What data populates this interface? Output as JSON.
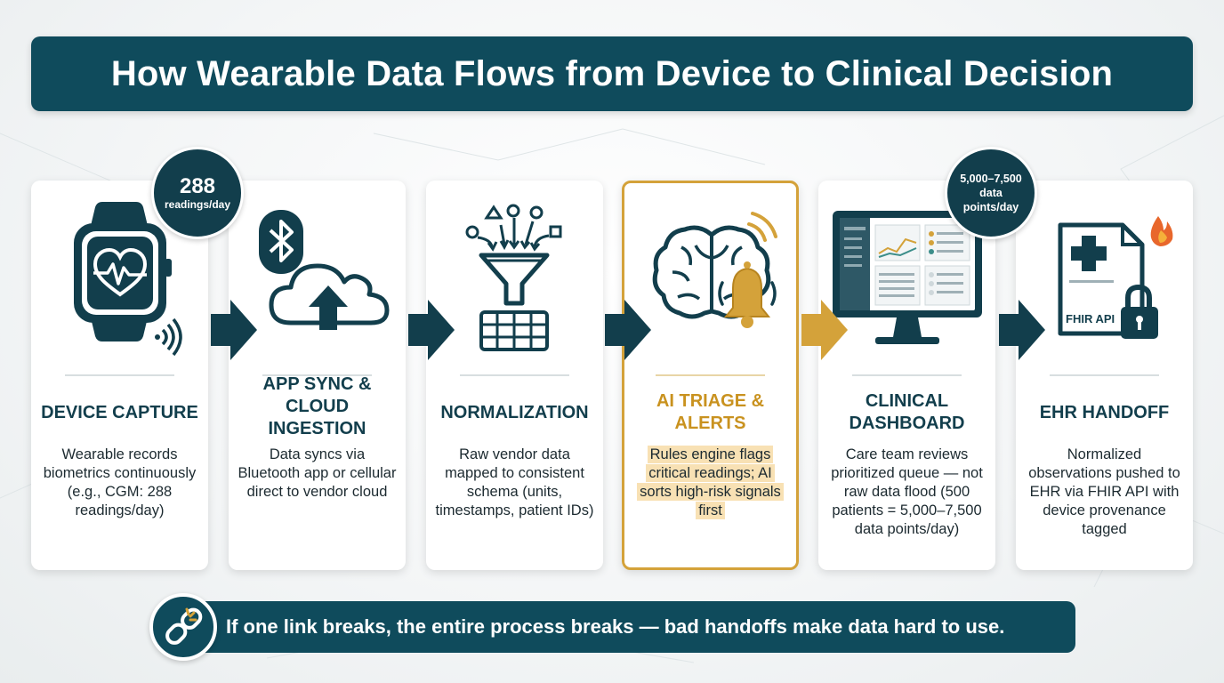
{
  "title": "How Wearable Data Flows from Device to Clinical Decision",
  "stages": [
    {
      "icon": "smartwatch-icon",
      "title": "DEVICE CAPTURE",
      "description": "Wearable records biometrics continuously (e.g., CGM: 288 readings/day)"
    },
    {
      "icon": "bluetooth-cloud-upload-icon",
      "title": "APP SYNC & CLOUD INGESTION",
      "description": "Data syncs via Bluetooth app or cellular direct to vendor cloud"
    },
    {
      "icon": "funnel-normalization-icon",
      "title": "NORMALIZATION",
      "description": "Raw vendor data mapped to consistent schema (units, timestamps, patient IDs)"
    },
    {
      "icon": "brain-alert-bell-icon",
      "title": "AI TRIAGE & ALERTS",
      "description": "Rules engine flags critical readings; AI sorts high-risk signals first"
    },
    {
      "icon": "dashboard-monitor-icon",
      "title": "CLINICAL DASHBOARD",
      "description": "Care team reviews prioritized queue — not raw data flood (500 patients = 5,000–7,500 data points/day)"
    },
    {
      "icon": "ehr-document-lock-icon",
      "title": "EHR HANDOFF",
      "description": "Normalized observations pushed to EHR via FHIR API with device provenance tagged",
      "doc_label": "FHIR API"
    }
  ],
  "badges": {
    "readings_big": "288",
    "readings_small": "readings/day",
    "datapoints": "5,000–7,500 data points/day"
  },
  "footer": "If one link breaks, the entire process breaks — bad handoffs make data hard to use.",
  "colors": {
    "primary": "#0f4b5c",
    "highlight": "#d4a23a",
    "highlight_text": "#c9921f",
    "highlight_fill": "#f8e1b4"
  }
}
